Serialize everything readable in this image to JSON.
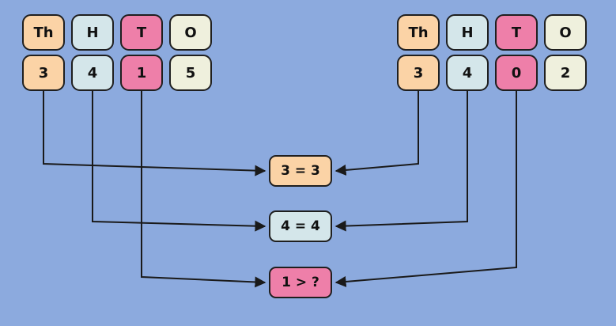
{
  "background": "#8caade",
  "colors": {
    "peach": "#fbd3a6",
    "light_blue": "#d4e6ea",
    "pink": "#ee7fa9",
    "cream": "#eff0dd",
    "line": "#1a1a1a"
  },
  "left_table": {
    "headers": [
      "Th",
      "H",
      "T",
      "O"
    ],
    "digits": [
      "3",
      "4",
      "1",
      "5"
    ]
  },
  "right_table": {
    "headers": [
      "Th",
      "H",
      "T",
      "O"
    ],
    "digits": [
      "3",
      "4",
      "0",
      "2"
    ]
  },
  "comparisons": [
    {
      "label": "3 = 3",
      "color": "#fbd3a6"
    },
    {
      "label": "4 = 4",
      "color": "#d4e6ea"
    },
    {
      "label": "1 > ?",
      "color": "#ee7fa9"
    }
  ]
}
